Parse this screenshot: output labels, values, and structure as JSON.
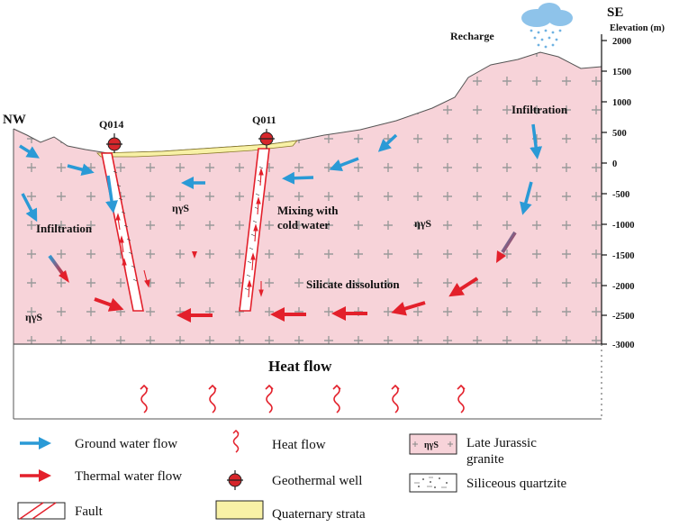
{
  "orientation": {
    "left": "NW",
    "right": "SE"
  },
  "elevation_axis": {
    "title": "Elevation (m)",
    "ticks": [
      "2000",
      "1500",
      "1000",
      "500",
      "0",
      "-500",
      "-1000",
      "-1500",
      "-2000",
      "-2500",
      "-3000"
    ]
  },
  "labels": {
    "recharge": "Recharge",
    "infiltration_left": "Infiltration",
    "infiltration_right": "Infiltration",
    "well_q014": "Q014",
    "well_q011": "Q011",
    "rock_left_mid": "ηγS",
    "rock_right_mid": "ηγS",
    "rock_bottom_left": "ηγS",
    "mixing": "Mixing with\ncold water",
    "silicate": "Silicate dissolution",
    "heat_flow": "Heat flow"
  },
  "legend": {
    "ground_water_flow": "Ground water flow",
    "thermal_water_flow": "Thermal water flow",
    "fault": "Fault",
    "heat_flow": "Heat flow",
    "geothermal_well": "Geothermal well",
    "quaternary_strata": "Quaternary strata",
    "late_jurassic_granite": "Late Jurassic\ngranite",
    "granite_symbol": "ηγS",
    "siliceous_quartzite": "Siliceous quartzite"
  },
  "colors": {
    "granite_fill": "#f7d3d9",
    "ground_water": "#2a9ad6",
    "thermal_water": "#e3202b",
    "quaternary": "#f8f1a6",
    "fault": "#e3202b",
    "plus": "#9a9a9a"
  }
}
